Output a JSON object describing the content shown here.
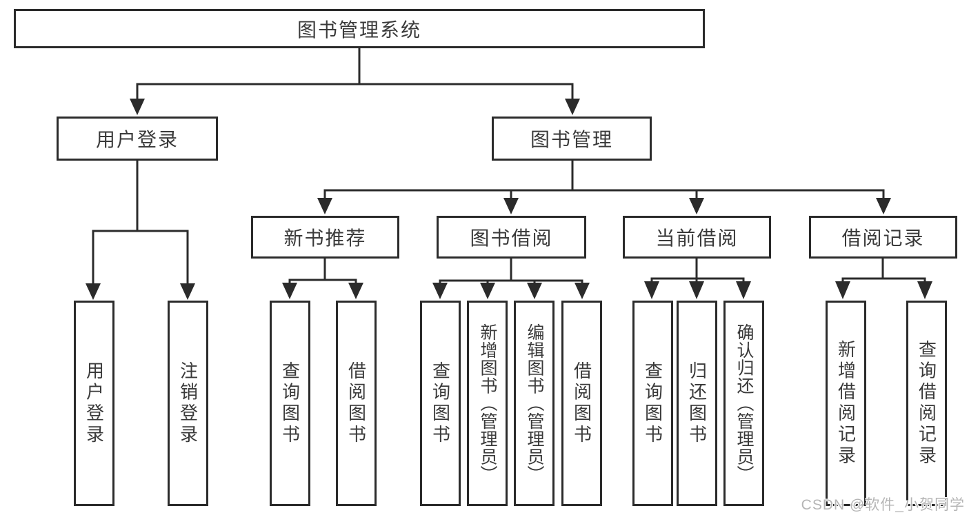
{
  "tree": {
    "root": "图书管理系统",
    "branches": [
      {
        "label": "用户登录",
        "children": [
          "用户登录",
          "注销登录"
        ]
      },
      {
        "label": "图书管理",
        "sections": [
          {
            "label": "新书推荐",
            "children": [
              "查询图书",
              "借阅图书"
            ]
          },
          {
            "label": "图书借阅",
            "children": [
              "查询图书",
              "新增图书（管理员）",
              "编辑图书（管理员）",
              "借阅图书"
            ]
          },
          {
            "label": "当前借阅",
            "children": [
              "查询图书",
              "归还图书",
              "确认归还（管理员）"
            ]
          },
          {
            "label": "借阅记录",
            "children": [
              "新增借阅记录",
              "查询借阅记录"
            ]
          }
        ]
      }
    ]
  },
  "watermark": "CSDN @软件_小贺同学",
  "colors": {
    "line": "#2b2b2b",
    "text": "#3a3a3a",
    "background": "#ffffff",
    "watermark": "#b5b5b5"
  }
}
